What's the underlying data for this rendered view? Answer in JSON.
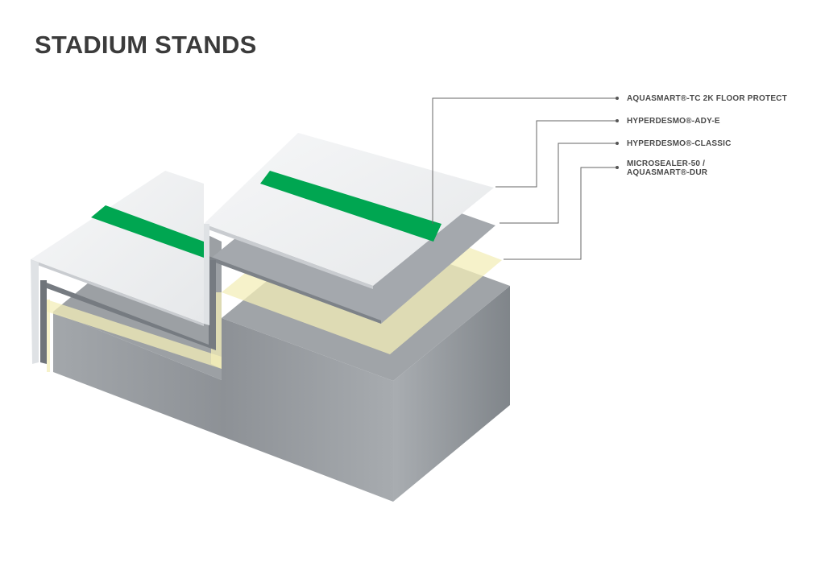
{
  "title": "STADIUM STANDS",
  "layers": [
    {
      "label": "AQUASMART®-TC 2K FLOOR PROTECT",
      "color": "#eef0f2"
    },
    {
      "label": "HYPERDESMO®-ADY-E",
      "color": "#a2a6ab"
    },
    {
      "label": "HYPERDESMO®-CLASSIC",
      "color": "#7b8086"
    },
    {
      "label_line1": "MICROSEALER-50 /",
      "label_line2": "AQUASMART®-DUR",
      "color": "#f3eeb8"
    }
  ],
  "colors": {
    "stripe": "#00a651",
    "concrete": "#9a9ea3",
    "text": "#3b3b3b"
  }
}
